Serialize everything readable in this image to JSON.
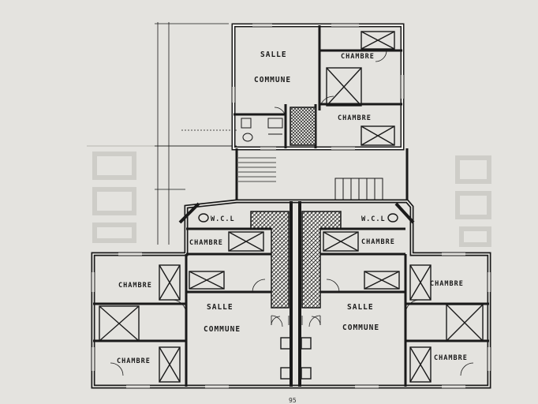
{
  "plan": {
    "top_unit": {
      "salle": "SALLE",
      "commune": "COMMUNE",
      "chambre_1": "CHAMBRE",
      "chambre_2": "CHAMBRE"
    },
    "left_unit": {
      "wcl": "W.C.L",
      "chambre_1": "CHAMBRE",
      "chambre_2": "CHAMBRE",
      "chambre_3": "CHAMBRE",
      "salle": "SALLE",
      "commune": "COMMUNE"
    },
    "right_unit": {
      "wcl": "W.C.L",
      "chambre_1": "CHAMBRE",
      "chambre_2": "CHAMBRE",
      "chambre_3": "CHAMBRE",
      "salle": "SALLE",
      "commune": "COMMUNE"
    },
    "page_number": "95"
  },
  "colors": {
    "paper": "#e4e3df",
    "ink": "#1a1a1a",
    "wall_fill": "#f2f1ed",
    "ghost": "#c9c8c3"
  }
}
